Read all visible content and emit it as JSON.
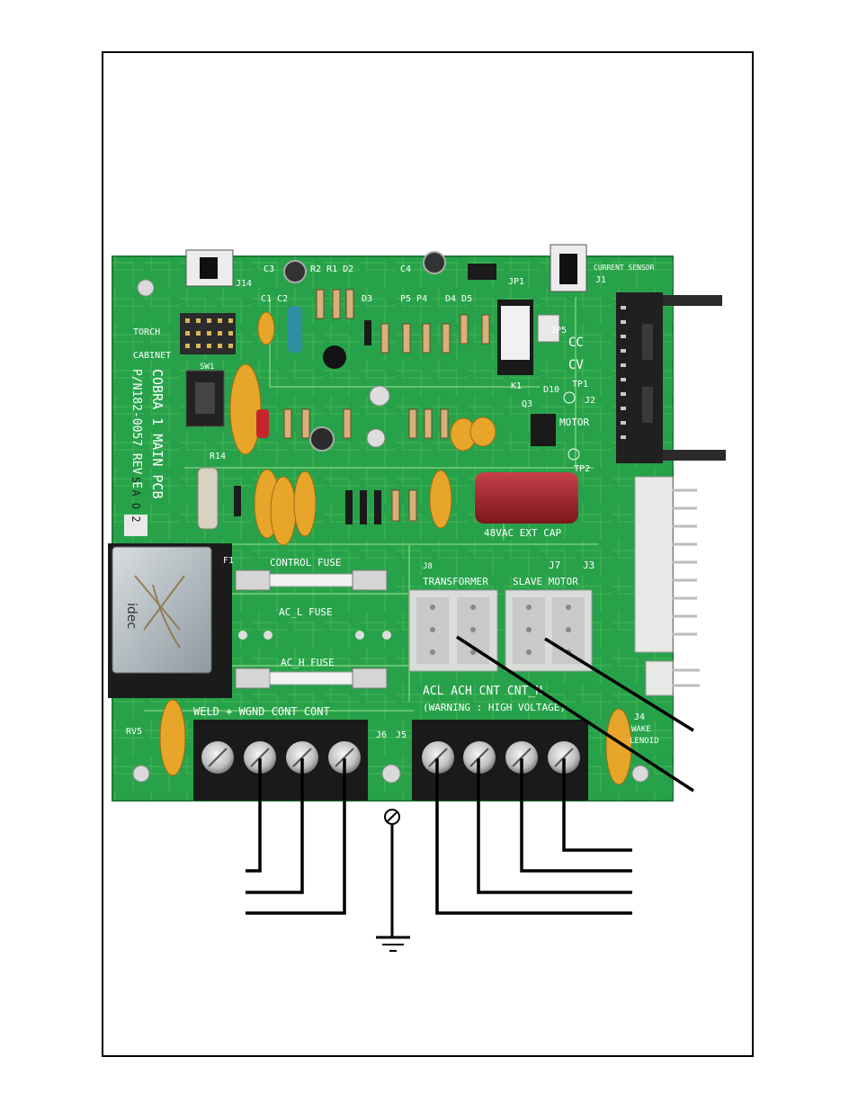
{
  "pcb": {
    "title": "COBRA 1 MAIN PCB",
    "part_number": "P/N182-0057 REV E",
    "version": "S A O 2",
    "labels": {
      "current_sensor": "CURRENT SENSOR",
      "j1": "J1",
      "j14": "J14",
      "jp1": "JP1",
      "jp5": "JP5",
      "cc": "CC",
      "cv": "CV",
      "torch": "TORCH",
      "cabinet": "CABINET",
      "sw1": "SW1",
      "c3": "C3",
      "c4": "C4",
      "r2r1d2": "R2 R1 D2",
      "c1c2": "C1  C2",
      "d3": "D3",
      "p5p4": "P5  P4",
      "d4d5": "D4 D5",
      "motor": "MOTOR",
      "tp1": "TP1",
      "tp2": "TP2",
      "j2": "J2",
      "q3": "Q3",
      "k1": "K1",
      "d10": "D10",
      "r14": "R14",
      "ext_cap": "48VAC EXT CAP",
      "control_fuse": "CONTROL FUSE",
      "ac_l_fuse": "AC_L FUSE",
      "ac_h_fuse": "AC_H FUSE",
      "f1": "F1",
      "transformer": "TRANSFORMER",
      "slave_motor": "SLAVE MOTOR",
      "j7": "J7",
      "j3": "J3",
      "j8": "J8",
      "j6": "J6",
      "j5": "J5",
      "rv5": "RV5",
      "j4": "J4",
      "wake": "WAKE",
      "solenoid": "LENOID",
      "left_terminal": "WELD + WGND CONT  CONT",
      "right_terminal": "ACL  ACH CNT   CNT_H",
      "warning": "(WARNING : HIGH VOLTAGE)",
      "relay_brand": "idec"
    },
    "colors": {
      "board": "#27a24a",
      "trace": "#7fd17a",
      "capacitor_orange": "#e7a52a",
      "ext_cap_red": "#a3242a",
      "connector_white": "#e8e8e6",
      "terminal_black": "#1a1a1a"
    }
  }
}
